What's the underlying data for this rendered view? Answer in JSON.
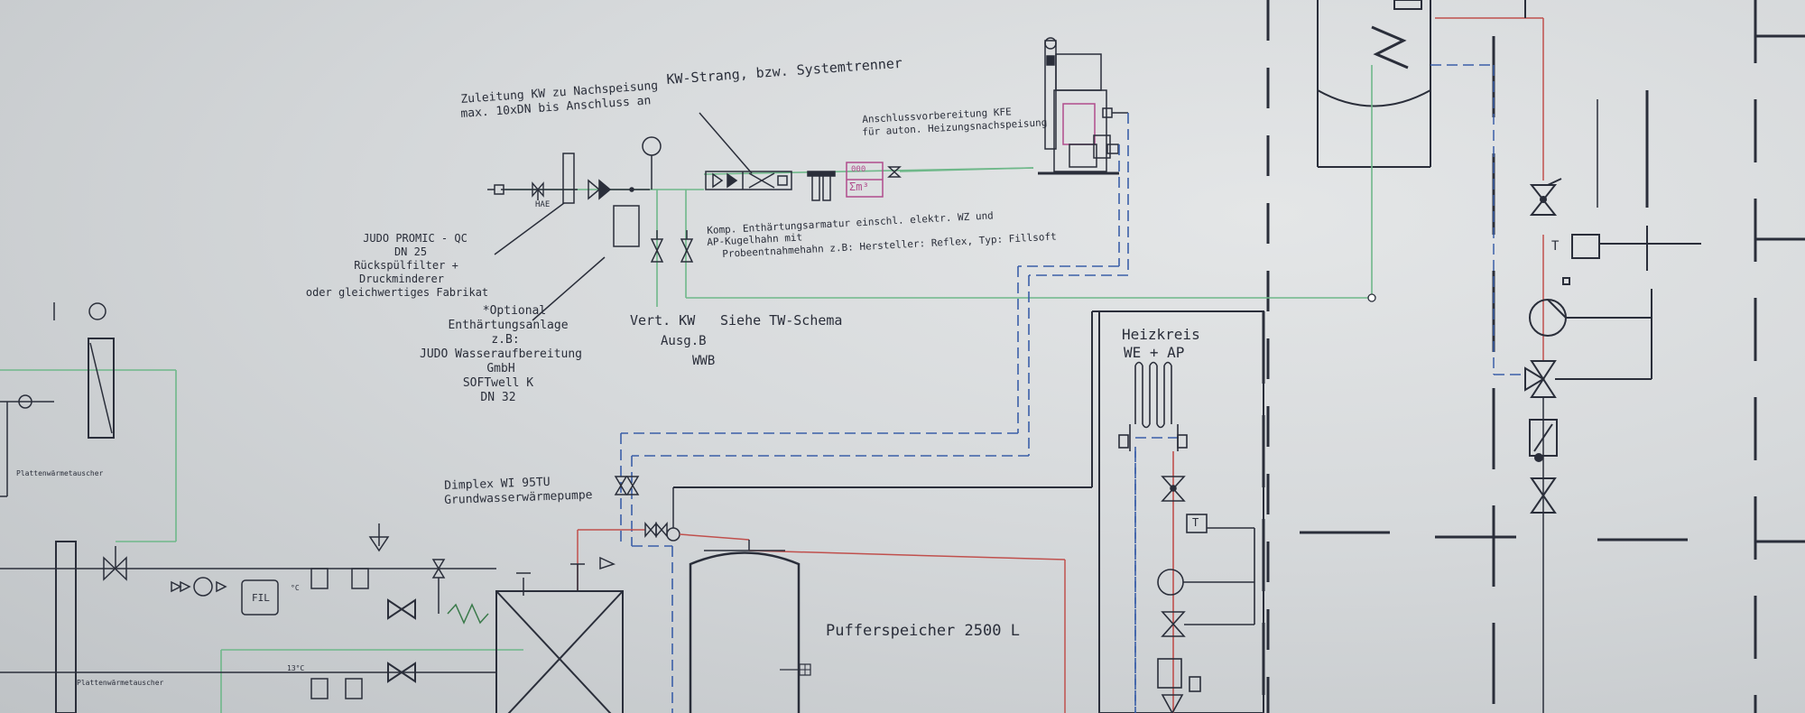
{
  "labels": {
    "zuleitung_line1": "Zuleitung KW zu Nachspeisung",
    "zuleitung_line2": "max. 10xDN bis Anschluss an",
    "kw_strang": "KW-Strang, bzw. Systemtrenner",
    "hae": "HAE",
    "anschluss_line1": "Anschlussvorbereitung KFE",
    "anschluss_line2": "für auton. Heizungsnachspeisung",
    "meter_top": "000",
    "meter_bottom": "Σm³",
    "komp_line1": "Komp. Enthärtungsarmatur einschl. elektr. WZ und",
    "komp_line2": "AP-Kugelhahn mit",
    "komp_line3": "Probeentnahmehahn z.B: Hersteller: Reflex, Typ: Fillsoft",
    "judo_lines": [
      "JUDO PROMIC - QC",
      "DN 25",
      "Rückspülfilter +",
      "Druckminderer",
      "oder gleichwertiges Fabrikat"
    ],
    "optional_lines": [
      "*Optional",
      "Enthärtungsanlage",
      "z.B:",
      "JUDO Wasseraufbereitung",
      "GmbH",
      "SOFTwell K",
      "DN 32"
    ],
    "vert_kw": "Vert. KW",
    "siehe_tw": "Siehe TW-Schema",
    "ausg_b": "Ausg.B",
    "wwb": "WWB",
    "heizkreis_line1": "Heizkreis",
    "heizkreis_line2": "WE + AP",
    "dimplex_line1": "Dimplex WI 95TU",
    "dimplex_line2": "Grundwasserwärmepumpe",
    "puffer": "Pufferspeicher 2500 L",
    "fil": "FIL",
    "t_box": "T",
    "temp_13": "13°C",
    "temp_pc": "°C",
    "plate_hx_1": "Plattenwärmetauscher",
    "plate_hx_2": "Plattenwärmetauscher"
  },
  "colors": {
    "line": "#2a2e3a",
    "water_green": "#6fb88a",
    "return_blue": "#3b5fa8",
    "flow_red": "#c0504d",
    "magenta": "#b04c8c"
  }
}
